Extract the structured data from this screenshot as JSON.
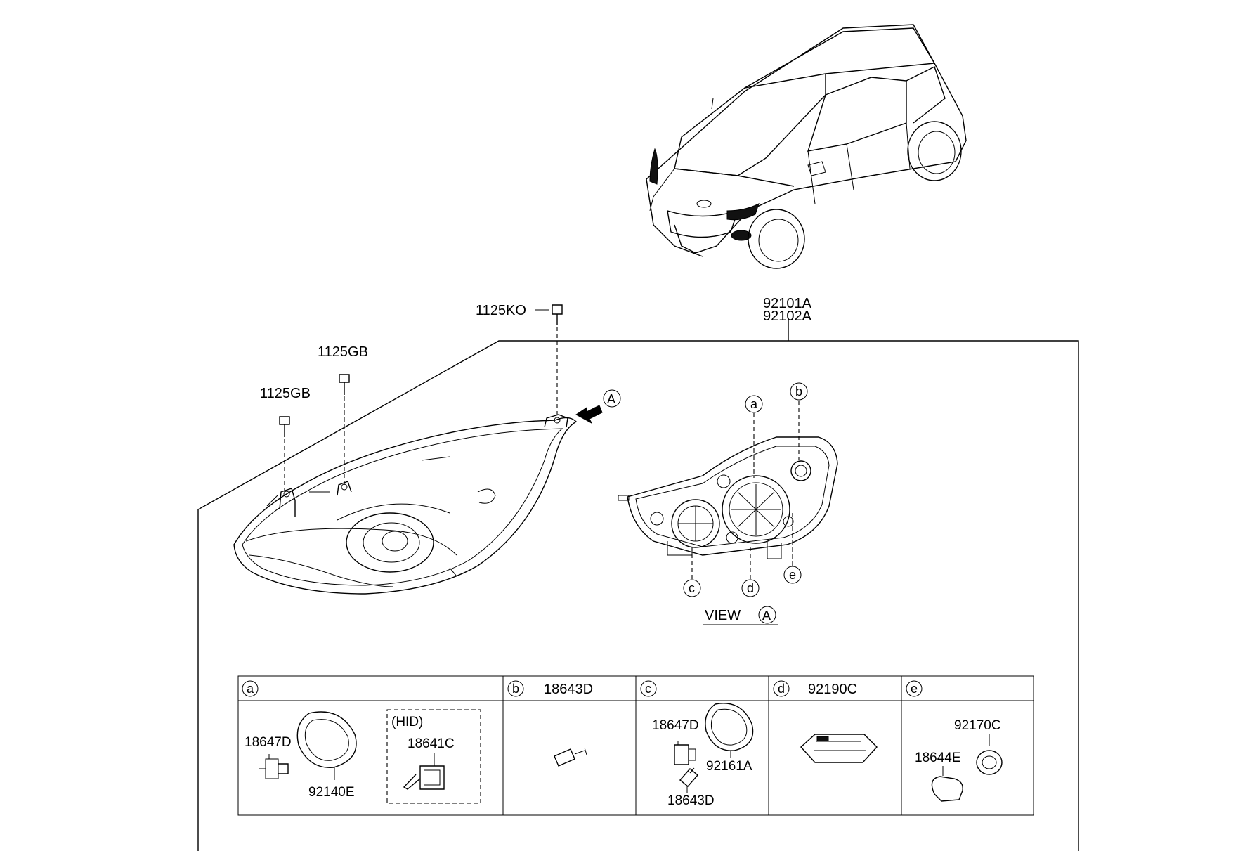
{
  "assembly": {
    "part_a": "92101A",
    "part_b": "92102A"
  },
  "fasteners": {
    "bolt_top": "1125KO",
    "screw_mid": "1125GB",
    "screw_left": "1125GB"
  },
  "view": {
    "title": "VIEW",
    "marker": "A"
  },
  "arrow_marker": "A",
  "callouts": {
    "a": "a",
    "b": "b",
    "c": "c",
    "d": "d",
    "e": "e"
  },
  "table": {
    "headers": [
      {
        "letter": "a",
        "part": ""
      },
      {
        "letter": "b",
        "part": "18643D"
      },
      {
        "letter": "c",
        "part": ""
      },
      {
        "letter": "d",
        "part": "92190C"
      },
      {
        "letter": "e",
        "part": ""
      }
    ],
    "cell_a": {
      "bulb": "18647D",
      "cover": "92140E",
      "hid_label": "(HID)",
      "hid_bulb": "18641C"
    },
    "cell_c": {
      "bulb": "18647D",
      "cover": "92161A",
      "socket": "18643D"
    },
    "cell_e": {
      "socket": "92170C",
      "bulb": "18644E"
    }
  }
}
